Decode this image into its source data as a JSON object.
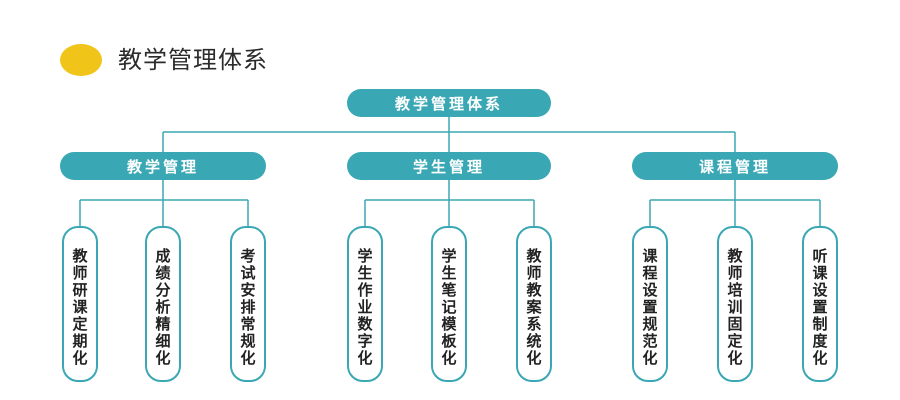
{
  "page_title": "教学管理体系",
  "root": {
    "label": "教学管理体系"
  },
  "categories": [
    {
      "label": "教学管理",
      "items": [
        "教师研课定期化",
        "成绩分析精细化",
        "考试安排常规化"
      ]
    },
    {
      "label": "学生管理",
      "items": [
        "学生作业数字化",
        "学生笔记模板化",
        "教师教案系统化"
      ]
    },
    {
      "label": "课程管理",
      "items": [
        "课程设置规范化",
        "教师培训固定化",
        "听课设置制度化"
      ]
    }
  ],
  "colors": {
    "accent": "#3aa7b4",
    "dot": "#f0c419",
    "line": "#3aa7b4"
  }
}
